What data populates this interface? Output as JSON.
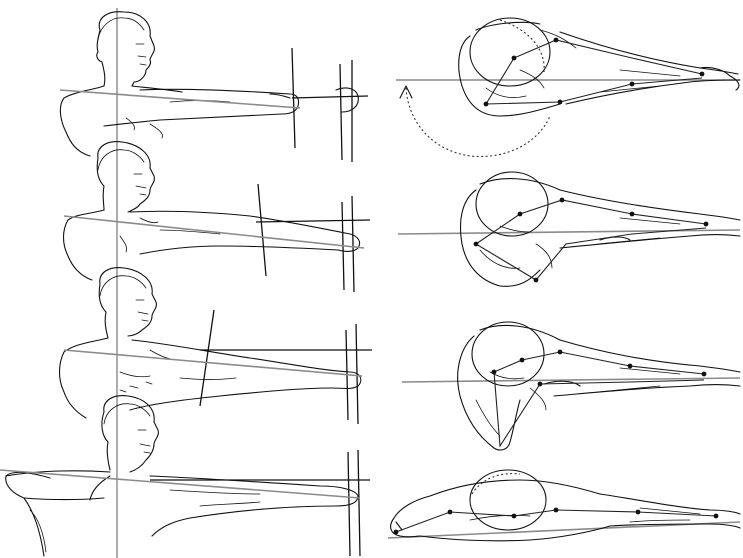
{
  "figure": {
    "type": "anatomical-illustration",
    "panels": {
      "front_view": [
        "stage-1",
        "stage-2",
        "stage-3",
        "stage-4"
      ],
      "top_view": [
        "stage-1",
        "stage-2",
        "stage-3",
        "stage-4"
      ]
    },
    "colors": {
      "ink": "#111111",
      "guide_line": "#8a8a8a",
      "background": "#ffffff"
    }
  }
}
